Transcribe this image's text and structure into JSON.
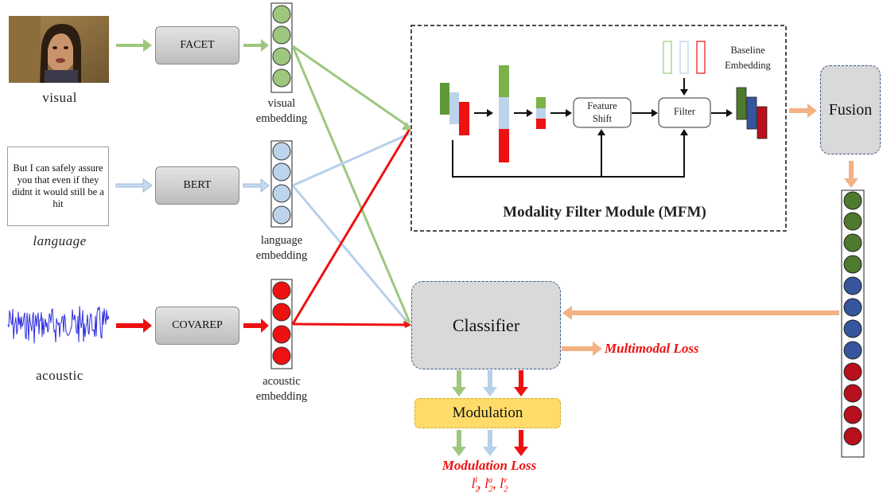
{
  "inputs": {
    "visual_label": "visual",
    "language_label": "language",
    "acoustic_label": "acoustic",
    "language_quote": "But I can safely assure you that even if they didnt it would still be a hit"
  },
  "extractors": {
    "facet": "FACET",
    "bert": "BERT",
    "covarep": "COVAREP"
  },
  "embeddings": {
    "visual": [
      "visual",
      "embedding"
    ],
    "language": [
      "language",
      "embedding"
    ],
    "acoustic": [
      "acoustic",
      "embedding"
    ]
  },
  "mfm": {
    "title": "Modality Filter Module (MFM)",
    "feature_shift": [
      "Feature",
      "Shift"
    ],
    "filter": "Filter",
    "baseline": [
      "Baseline",
      "Embedding"
    ]
  },
  "fusion": "Fusion",
  "classifier": "Classifier",
  "modulation": "Modulation",
  "losses": {
    "multimodal": "Multimodal Loss",
    "modulation": "Modulation Loss",
    "terms": [
      "l",
      "l",
      "l"
    ],
    "sub": [
      "2",
      "2",
      "2"
    ],
    "sup": [
      "l",
      "a",
      "v"
    ]
  },
  "colors": {
    "visual": "#9dc77e",
    "language": "#b7d0ea",
    "acoustic": "#ee1111",
    "fusion_arrow": "#f3b184",
    "dark_green": "#4e7a2e",
    "dark_blue": "#35569c",
    "dark_red": "#b8101c",
    "modulation_box": "#ffdc6a",
    "loss_text": "#ee1111"
  },
  "icons": {
    "visual_input": "face-photo",
    "acoustic_input": "waveform"
  }
}
